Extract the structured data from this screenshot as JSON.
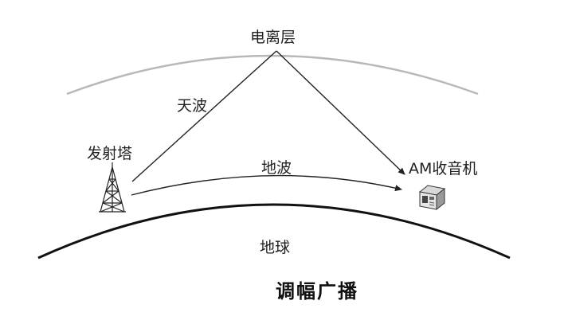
{
  "labels": {
    "ionosphere": "电离层",
    "sky_wave": "天波",
    "tower": "发射塔",
    "ground_wave": "地波",
    "receiver": "AM收音机",
    "earth": "地球"
  },
  "caption": "调幅广播",
  "colors": {
    "ionosphere_arc": "#b8b8b8",
    "earth_arc": "#111111",
    "arrows": "#222222",
    "text": "#222222"
  }
}
